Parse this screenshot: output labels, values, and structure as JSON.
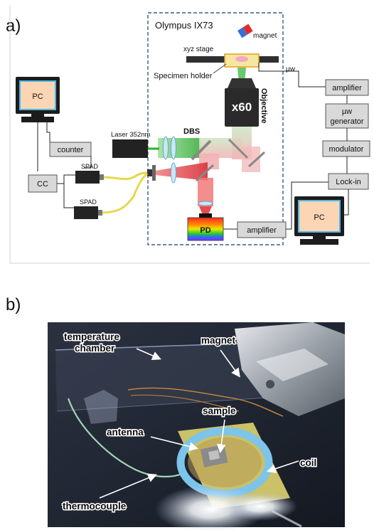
{
  "panels": {
    "a": "a)",
    "b": "b)"
  },
  "diagram": {
    "microscope": "Olympus IX73",
    "magnet": "magnet",
    "stage": "xyz stage",
    "holder": "Specimen holder",
    "uw": "µw",
    "objective_power": "x60",
    "objective": "Objective",
    "dbs": "DBS",
    "laser": "Laser 352nm",
    "pc_top": "PC",
    "pc_bottom": "PC",
    "counter": "counter",
    "spad1": "SPAD",
    "spad2": "SPAD",
    "cc": "CC",
    "amplifier_top": "amplifier",
    "uw_generator_line1": "µw",
    "uw_generator_line2": "generator",
    "modulator": "modulator",
    "lockin": "Lock-in",
    "pd": "PD",
    "amplifier_bottom": "amplifier"
  },
  "photo": {
    "temperature_line1": "temperature",
    "temperature_line2": "chamber",
    "magnet": "magnet",
    "sample": "sample",
    "antenna": "antenna",
    "coil": "coil",
    "thermocouple": "thermocouple"
  },
  "colors": {
    "dashed_box": "#3d5a80",
    "pc_screen": "#fcd5b4",
    "pc_frame": "#4db8e8",
    "green_beam": "#5cc45c",
    "red_beam": "#e8444c",
    "fiber": "#e6d84a",
    "box_fill": "#d9d9d9"
  }
}
